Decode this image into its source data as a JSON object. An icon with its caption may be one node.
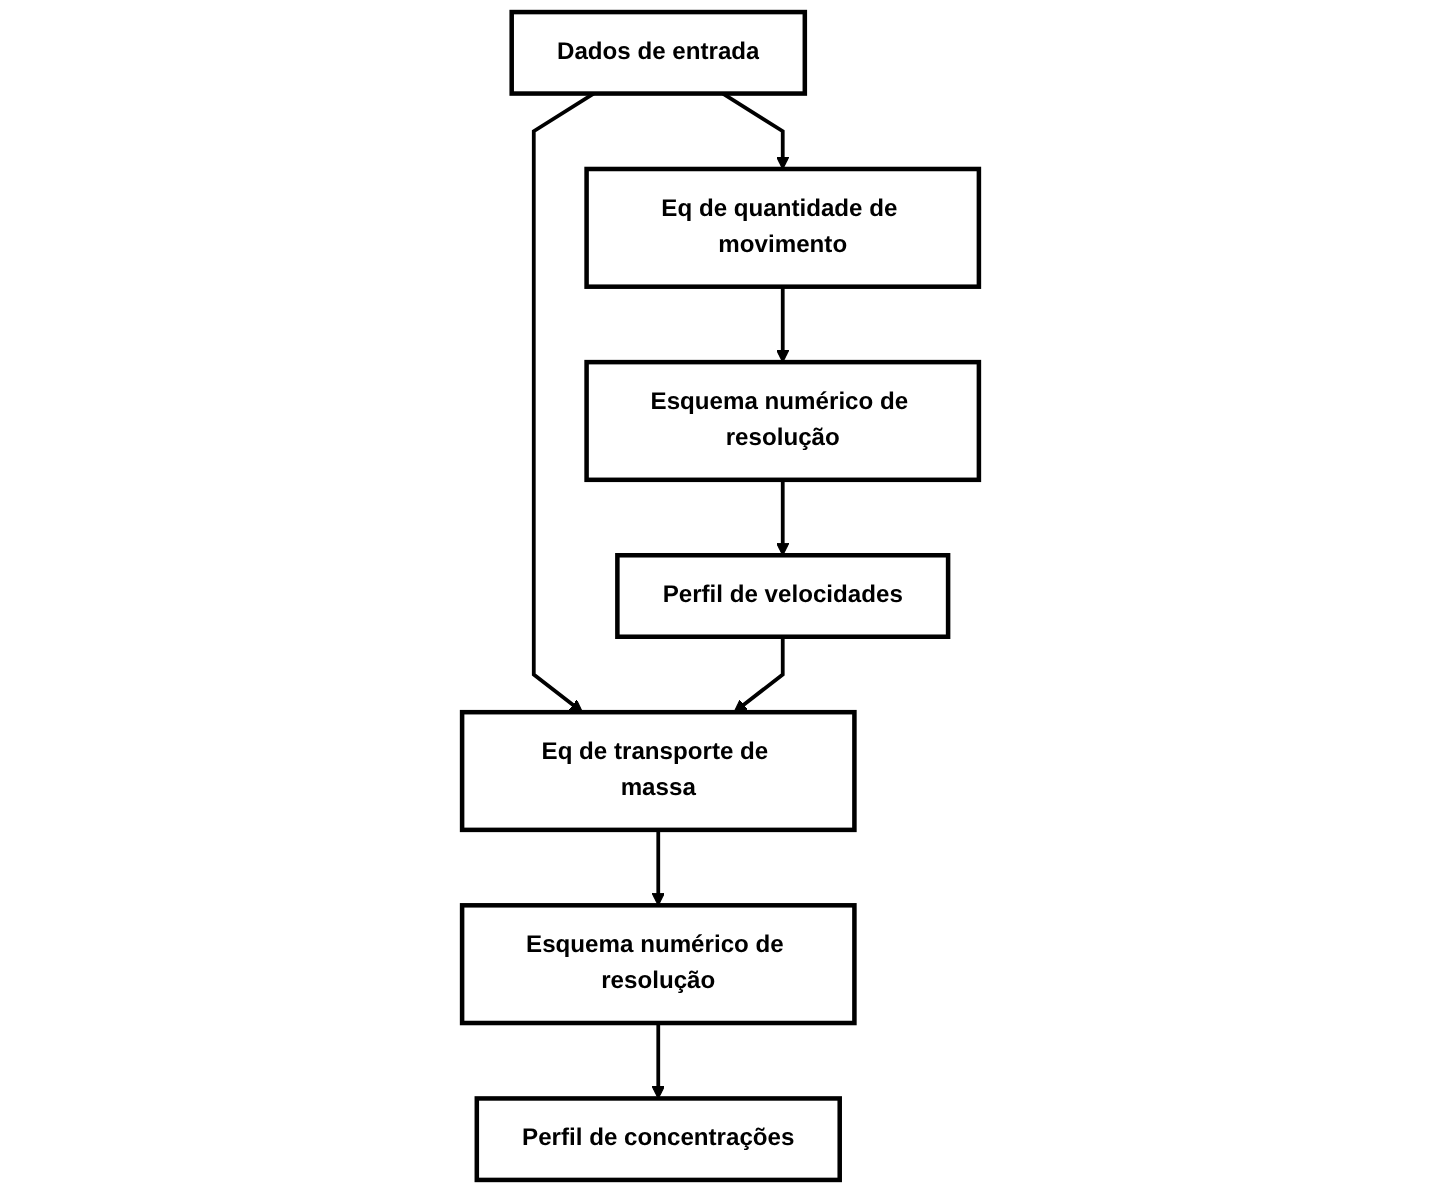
{
  "diagram": {
    "nodes": [
      {
        "text": [
          "Dados de entrada"
        ]
      },
      {
        "text": [
          "Eq de quantidade de movimento"
        ]
      },
      {
        "text": [
          "Esquema numérico de resolução"
        ]
      },
      {
        "text": [
          "Perfil de velocidades"
        ]
      },
      {
        "text": [
          "Eq de transporte de massa"
        ]
      },
      {
        "text": [
          "Esquema numérico de resolução"
        ]
      },
      {
        "text": [
          "Perfil de concentrações"
        ]
      }
    ],
    "edges": [
      {
        "from": 0,
        "to": 1,
        "arrow": "to"
      },
      {
        "from": 0,
        "to": 4,
        "arrow": "to"
      },
      {
        "from": 1,
        "to": 2,
        "arrow": "to"
      },
      {
        "from": 2,
        "to": 3,
        "arrow": "to"
      },
      {
        "from": 3,
        "to": 4,
        "arrow": "to"
      },
      {
        "from": 4,
        "to": 5,
        "arrow": "to"
      },
      {
        "from": 5,
        "to": 6,
        "arrow": "to"
      }
    ]
  }
}
